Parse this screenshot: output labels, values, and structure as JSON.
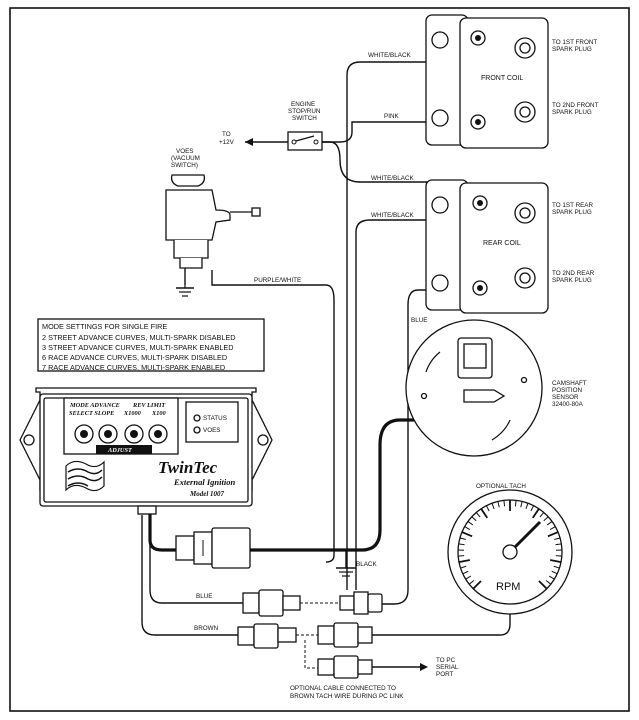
{
  "labels": {
    "white_black_1": "WHITE/BLACK",
    "white_black_2": "WHITE/BLACK",
    "white_black_3": "WHITE/BLACK",
    "pink": "PINK",
    "purple_white": "PURPLE/WHITE",
    "blue_top": "BLUE",
    "blue_bottom": "BLUE",
    "brown": "BROWN",
    "black": "BLACK",
    "front_coil": "FRONT COIL",
    "rear_coil": "REAR COIL",
    "to_1st_front_1": "TO 1ST FRONT",
    "to_1st_front_2": "SPARK PLUG",
    "to_2nd_front_1": "TO 2ND FRONT",
    "to_2nd_front_2": "SPARK PLUG",
    "to_1st_rear_1": "TO 1ST REAR",
    "to_1st_rear_2": "SPARK PLUG",
    "to_2nd_rear_1": "TO 2ND REAR",
    "to_2nd_rear_2": "SPARK PLUG",
    "engine_switch_1": "ENGINE",
    "engine_switch_2": "STOP/RUN",
    "engine_switch_3": "SWITCH",
    "to_12v_1": "TO",
    "to_12v_2": "+12V",
    "voes_1": "VOES",
    "voes_2": "(VACUUM",
    "voes_3": "SWITCH)",
    "camshaft_1": "CAMSHAFT",
    "camshaft_2": "POSITION",
    "camshaft_3": "SENSOR",
    "camshaft_4": "32400-80A",
    "optional_tach": "OPTIONAL TACH",
    "rpm": "RPM",
    "to_pc_1": "TO PC",
    "to_pc_2": "SERIAL",
    "to_pc_3": "PORT",
    "optional_cable_1": "OPTIONAL CABLE CONNECTED TO",
    "optional_cable_2": "BROWN TACH WIRE DURING PC LINK"
  },
  "mode_settings": {
    "title": "MODE SETTINGS FOR SINGLE FIRE",
    "rows": [
      "2  STREET ADVANCE CURVES, MULTI-SPARK DISABLED",
      "3  STREET ADVANCE CURVES, MULTI-SPARK ENABLED",
      "6  RACE ADVANCE CURVES, MULTI-SPARK DISABLED",
      "7  RACE ADVANCE CURVES, MULTI-SPARK ENABLED"
    ]
  },
  "module": {
    "dial_header_1": "MODE ADVANCE",
    "dial_header_2": "SELECT SLOPE",
    "rev_limit": "REV LIMIT",
    "x1000": "X1000",
    "x100": "X100",
    "adjust": "ADJUST",
    "status": "STATUS",
    "voes": "VOES",
    "brand": "TwinTec",
    "subtitle": "External Ignition",
    "model": "Model 1007"
  }
}
